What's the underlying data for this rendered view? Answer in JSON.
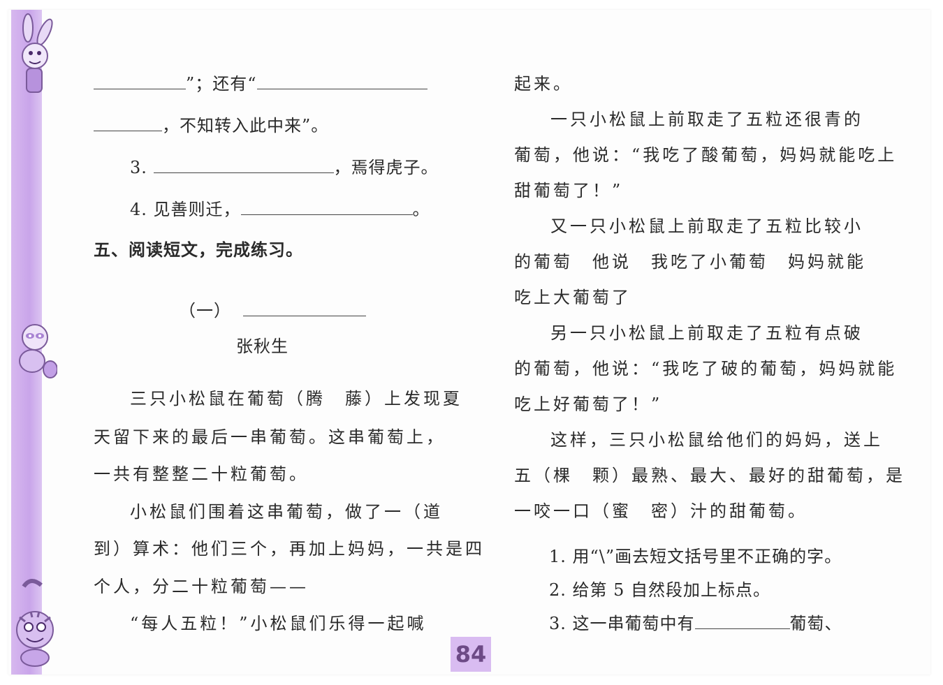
{
  "left": {
    "l1": {
      "a": "”；还有“"
    },
    "l2": {
      "a": "，不知转入此中来”。"
    },
    "l3": {
      "num": "3.",
      "a": "，焉得虎子。"
    },
    "l4": {
      "num": "4.",
      "a": "见善则迁，",
      "b": "。"
    },
    "section_title": "五、阅读短文，完成练习。",
    "passage_no": "（一）",
    "author": "张秋生",
    "p1": "三只小松鼠在葡萄（腾　藤）上发现夏",
    "p2": "天留下来的最后一串葡萄。这串葡萄上，",
    "p3": "一共有整整二十粒葡萄。",
    "p4": "小松鼠们围着这串葡萄，做了一（道",
    "p5": "到）算术：他们三个，再加上妈妈，一共是四",
    "p6": "个人，分二十粒葡萄——",
    "p7": "“每人五粒！”小松鼠们乐得一起喊"
  },
  "right": {
    "r1": "起来。",
    "r2": "一只小松鼠上前取走了五粒还很青的",
    "r3": "葡萄，他说：“我吃了酸葡萄，妈妈就能吃上",
    "r4": "甜葡萄了！”",
    "r5": "又一只小松鼠上前取走了五粒比较小",
    "r6": "的葡萄　他说　我吃了小葡萄　妈妈就能",
    "r7": "吃上大葡萄了",
    "r8": "另一只小松鼠上前取走了五粒有点破",
    "r9": "的葡萄，他说：“我吃了破的葡萄，妈妈就能",
    "r10": "吃上好葡萄了！”",
    "r11": "这样，三只小松鼠给他们的妈妈，送上",
    "r12": "五（棵　颗）最熟、最大、最好的甜葡萄，是",
    "r13": "一咬一口（蜜　密）汁的甜葡萄。",
    "q1": "1. 用“\\”画去短文括号里不正确的字。",
    "q2": "2. 给第 5 自然段加上标点。",
    "q3": {
      "a": "3. 这一串葡萄中有",
      "b": "葡萄、"
    }
  },
  "page_number": "84",
  "colors": {
    "strip": "#c9a5ea",
    "page_tab": "#d9bcf1",
    "page_text": "#6d4a86"
  }
}
